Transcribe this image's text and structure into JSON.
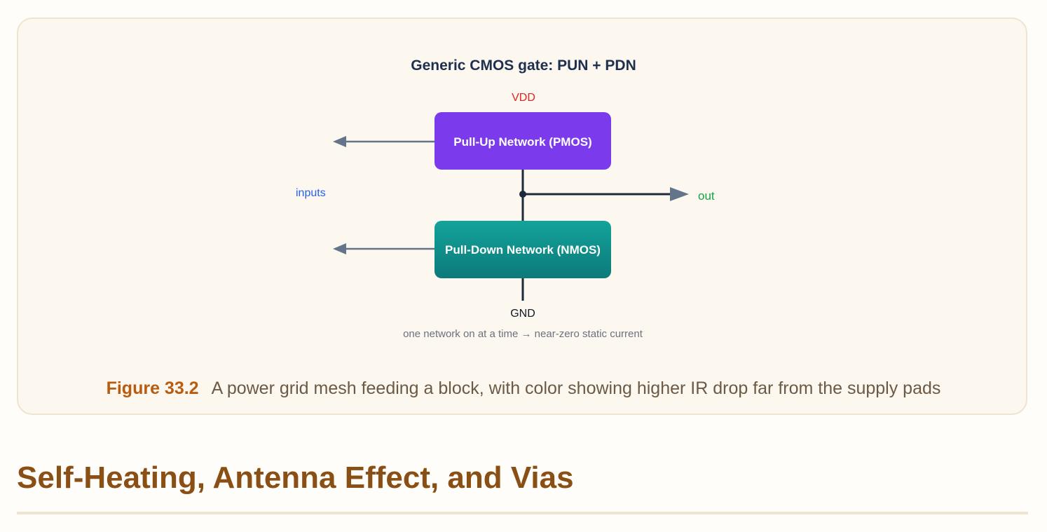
{
  "diagram": {
    "title": "Generic CMOS gate: PUN + PDN",
    "vdd_label": "VDD",
    "gnd_label": "GND",
    "inputs_label": "inputs",
    "output_label": "out",
    "pun_label": "Pull-Up Network (PMOS)",
    "pdn_label": "Pull-Down Network (NMOS)",
    "footnote": "one network on at a time → near-zero static current",
    "colors": {
      "pun": "#7c3aed",
      "pdn": "#0f9490",
      "vdd": "#dc2626",
      "inputs": "#2563eb",
      "output": "#16a34a",
      "wire": "#1e293b",
      "input_arrow": "#64748b"
    }
  },
  "caption": {
    "label": "Figure 33.2",
    "text": "A power grid mesh feeding a block, with color showing higher IR drop far from the supply pads"
  },
  "section": {
    "heading": "Self-Heating, Antenna Effect, and Vias"
  }
}
